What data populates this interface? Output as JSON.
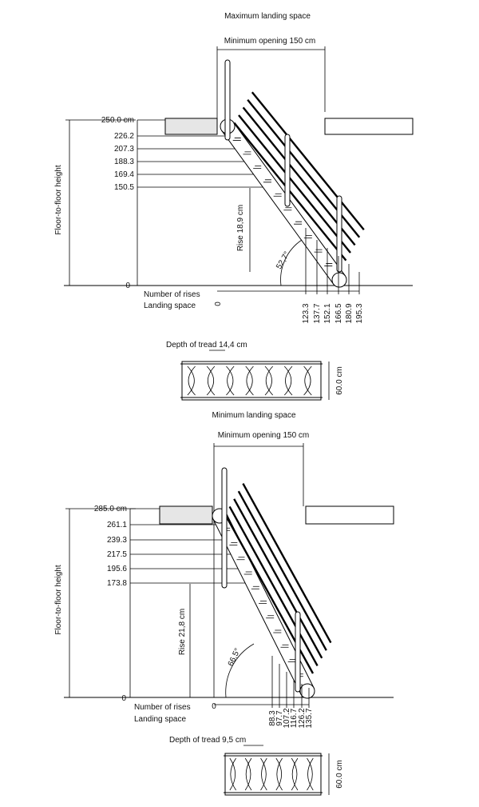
{
  "top": {
    "title": "Maximum landing space",
    "opening": "Minimum opening 150 cm",
    "floor_height_label": "Floor-to-floor height",
    "levels": [
      "250.0 cm",
      "226.2",
      "207.3",
      "188.3",
      "169.4",
      "150.5"
    ],
    "zero": "0",
    "rise": "Rise 18,9 cm",
    "angle": "52,7°",
    "number_of_rises": "Number of rises",
    "landing_space": "Landing space",
    "landing_zero": "0",
    "landing_values": [
      "123.3",
      "137.7",
      "152.1",
      "166.5",
      "180.9",
      "195.3"
    ],
    "tread_depth": "Depth of tread 14,4 cm",
    "width": "60.0 cm",
    "plan_caption": "Minimum landing space"
  },
  "bottom": {
    "opening": "Minimum opening 150 cm",
    "floor_height_label": "Floor-to-floor height",
    "levels": [
      "285.0 cm",
      "261.1",
      "239.3",
      "217.5",
      "195.6",
      "173.8"
    ],
    "zero": "0",
    "rise": "Rise 21,8 cm",
    "angle": "66,5°",
    "number_of_rises": "Number of rises",
    "landing_space": "Landing space",
    "landing_zero": "0",
    "landing_values": [
      "88.3",
      "97.7",
      "107.2",
      "116.7",
      "126.2",
      "135.7"
    ],
    "tread_depth": "Depth of tread 9,5 cm",
    "width": "60.0 cm"
  }
}
